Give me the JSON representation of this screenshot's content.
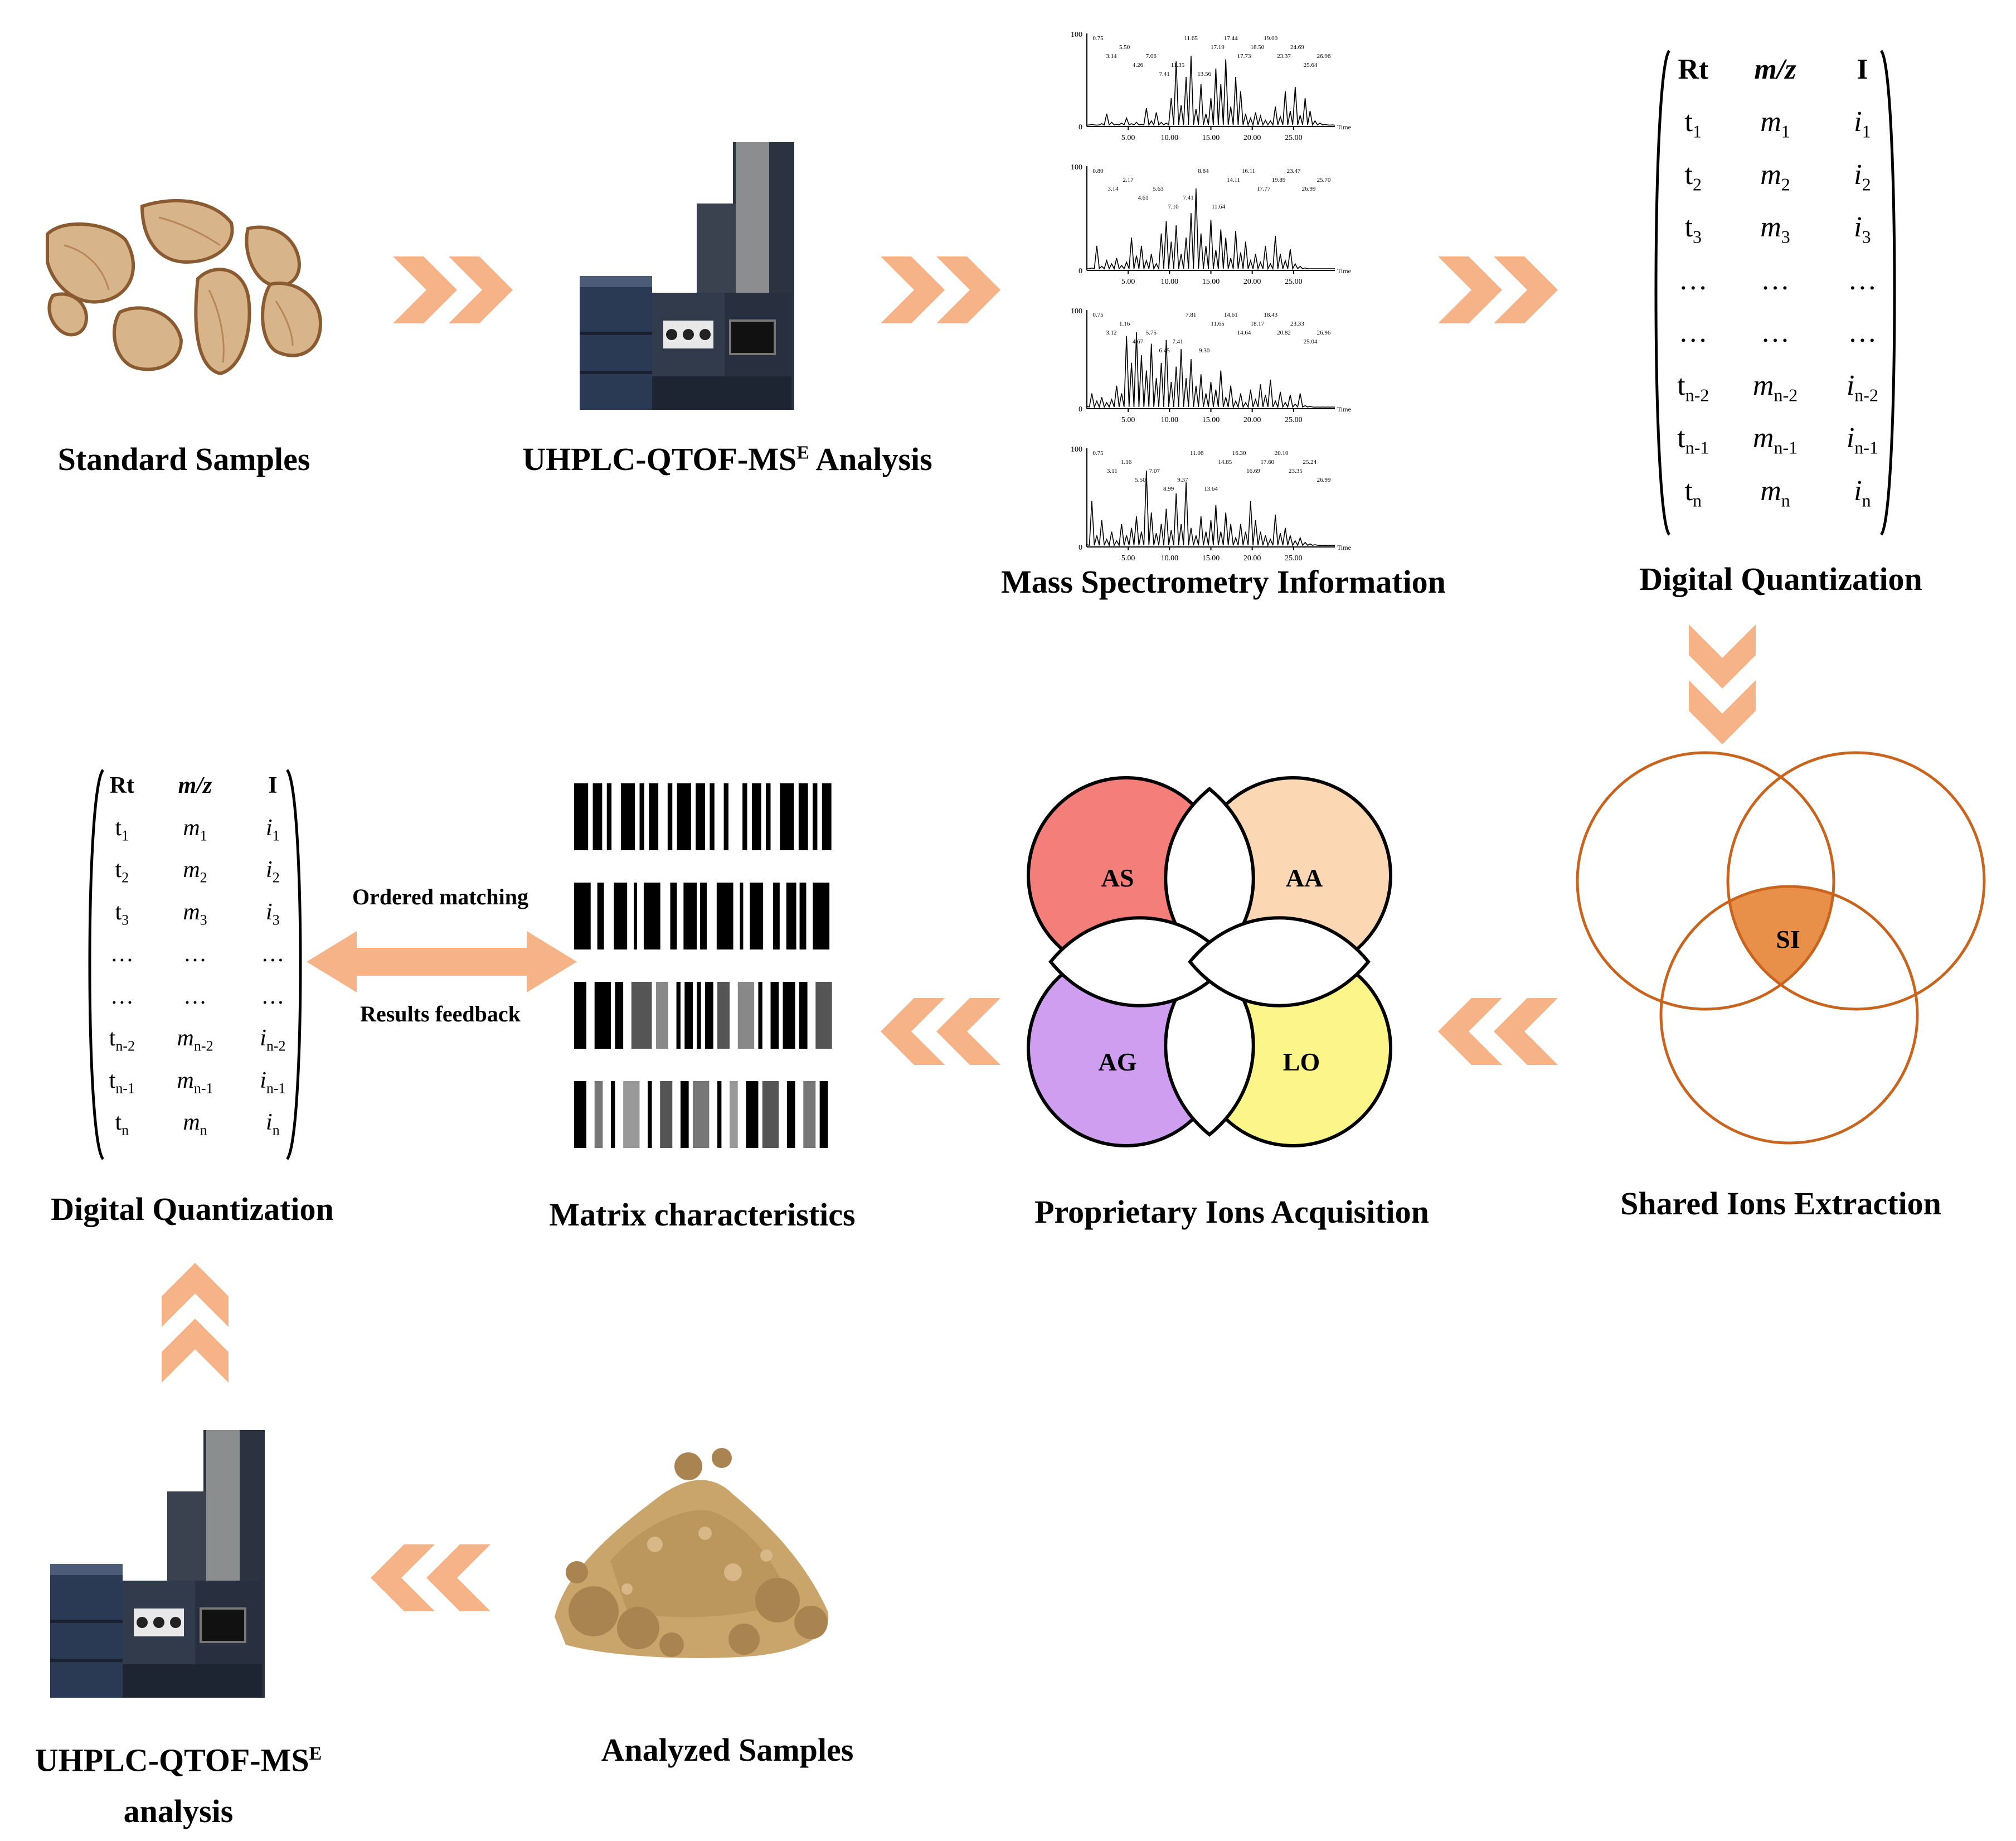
{
  "labels": {
    "standard_samples": "Standard Samples",
    "uhplc_analysis_top": "UHPLC-QTOF-MS",
    "uhplc_analysis_top_sup": "E",
    "uhplc_analysis_top_suffix": " Analysis",
    "mass_spec": "Mass Spectrometry Information",
    "digital_quant_top": "Digital Quantization",
    "shared_ions": "Shared Ions Extraction",
    "proprietary_ions": "Proprietary Ions Acquisition",
    "matrix_characteristics": "Matrix characteristics",
    "digital_quant_left": "Digital Quantization",
    "uhplc_analysis_bottom": "UHPLC-QTOF-MS",
    "uhplc_analysis_bottom_sup": "E",
    "uhplc_analysis_bottom_line2": "analysis",
    "analyzed_samples": "Analyzed Samples",
    "ordered_matching": "Ordered matching",
    "results_feedback": "Results feedback"
  },
  "matrix": {
    "headers": [
      "Rt",
      "m/z",
      "I"
    ],
    "rows": [
      [
        "t",
        "1",
        "m",
        "1",
        "i",
        "1"
      ],
      [
        "t",
        "2",
        "m",
        "2",
        "i",
        "2"
      ],
      [
        "t",
        "3",
        "m",
        "3",
        "i",
        "3"
      ],
      [
        "…",
        "",
        "…",
        "",
        "…",
        ""
      ],
      [
        "…",
        "",
        "…",
        "",
        "…",
        ""
      ],
      [
        "t",
        "n-2",
        "m",
        "n-2",
        "i",
        "n-2"
      ],
      [
        "t",
        "n-1",
        "m",
        "n-1",
        "i",
        "n-1"
      ],
      [
        "t",
        "n",
        "m",
        "n",
        "i",
        "n"
      ]
    ]
  },
  "venn4": {
    "regions": [
      "AS",
      "AA",
      "AG",
      "LO"
    ],
    "colors": {
      "AS": "#f47e7a",
      "AA": "#fbd7b3",
      "AG": "#cf9ef0",
      "LO": "#fbf58a"
    }
  },
  "venn3": {
    "center_label": "SI",
    "stroke": "#c8641e",
    "center_fill": "#e8904a"
  },
  "chromatograms": [
    {
      "y_max": "100",
      "y_zero": "0",
      "peaks": [
        "0.75",
        "3.14",
        "5.50",
        "4.26",
        "7.06",
        "7.41",
        "11.35",
        "11.65",
        "13.56",
        "17.19",
        "17.44",
        "17.73",
        "18.50",
        "19.00",
        "23.37",
        "24.69",
        "25.64",
        "26.96"
      ],
      "x_ticks": [
        "5.00",
        "10.00",
        "15.00",
        "20.00",
        "25.00"
      ],
      "x_label": "Time",
      "profile": [
        2,
        3,
        2,
        4,
        18,
        6,
        3,
        5,
        12,
        4,
        6,
        3,
        26,
        8,
        20,
        6,
        5,
        40,
        92,
        30,
        70,
        100,
        25,
        60,
        18,
        40,
        82,
        60,
        95,
        28,
        70,
        50,
        18,
        12,
        20,
        15,
        9,
        8,
        28,
        14,
        50,
        22,
        56,
        16,
        40,
        22,
        8,
        5,
        3,
        2,
        2
      ]
    },
    {
      "y_max": "100",
      "y_zero": "0",
      "peaks": [
        "0.80",
        "3.14",
        "2.17",
        "4.61",
        "5.63",
        "7.10",
        "7.41",
        "8.84",
        "11.64",
        "14.11",
        "16.11",
        "17.77",
        "19.89",
        "23.47",
        "26.99",
        "25.70"
      ],
      "x_ticks": [
        "5.00",
        "10.00",
        "15.00",
        "20.00",
        "25.00"
      ],
      "x_label": "Time",
      "profile": [
        2,
        3,
        30,
        5,
        12,
        8,
        15,
        6,
        10,
        40,
        18,
        30,
        12,
        20,
        8,
        45,
        60,
        35,
        55,
        20,
        40,
        70,
        100,
        45,
        30,
        62,
        25,
        50,
        40,
        15,
        48,
        22,
        35,
        12,
        20,
        10,
        30,
        8,
        42,
        20,
        12,
        26,
        8,
        5,
        3,
        2,
        2,
        2,
        2,
        2,
        2
      ]
    },
    {
      "y_max": "100",
      "y_zero": "0",
      "peaks": [
        "0.75",
        "3.12",
        "1.16",
        "4.67",
        "5.75",
        "6.45",
        "7.41",
        "7.81",
        "9.30",
        "11.65",
        "14.61",
        "14.64",
        "18.17",
        "18.43",
        "20.82",
        "23.33",
        "25.04",
        "26.96"
      ],
      "x_ticks": [
        "5.00",
        "10.00",
        "15.00",
        "20.00",
        "25.00"
      ],
      "x_label": "Time",
      "profile": [
        3,
        20,
        10,
        15,
        8,
        12,
        30,
        20,
        95,
        60,
        100,
        70,
        50,
        85,
        40,
        60,
        90,
        35,
        55,
        78,
        40,
        65,
        30,
        45,
        20,
        35,
        25,
        50,
        15,
        30,
        10,
        20,
        8,
        25,
        12,
        32,
        18,
        38,
        10,
        22,
        8,
        18,
        6,
        20,
        4,
        3,
        2,
        2,
        2,
        2,
        2
      ]
    },
    {
      "y_max": "100",
      "y_zero": "0",
      "peaks": [
        "0.75",
        "3.11",
        "1.16",
        "5.50",
        "7.07",
        "8.99",
        "9.37",
        "11.06",
        "13.64",
        "14.85",
        "16.30",
        "16.69",
        "17.60",
        "20.10",
        "23.35",
        "25.24",
        "26.99"
      ],
      "x_ticks": [
        "5.00",
        "10.00",
        "15.00",
        "20.00",
        "25.00"
      ],
      "x_label": "Time",
      "profile": [
        3,
        60,
        15,
        35,
        10,
        20,
        8,
        30,
        15,
        25,
        40,
        20,
        100,
        45,
        18,
        30,
        50,
        22,
        70,
        30,
        85,
        25,
        15,
        40,
        20,
        35,
        55,
        20,
        45,
        30,
        12,
        30,
        20,
        60,
        35,
        20,
        15,
        10,
        42,
        18,
        25,
        15,
        8,
        12,
        6,
        4,
        3,
        2,
        2,
        2,
        2
      ]
    }
  ]
}
